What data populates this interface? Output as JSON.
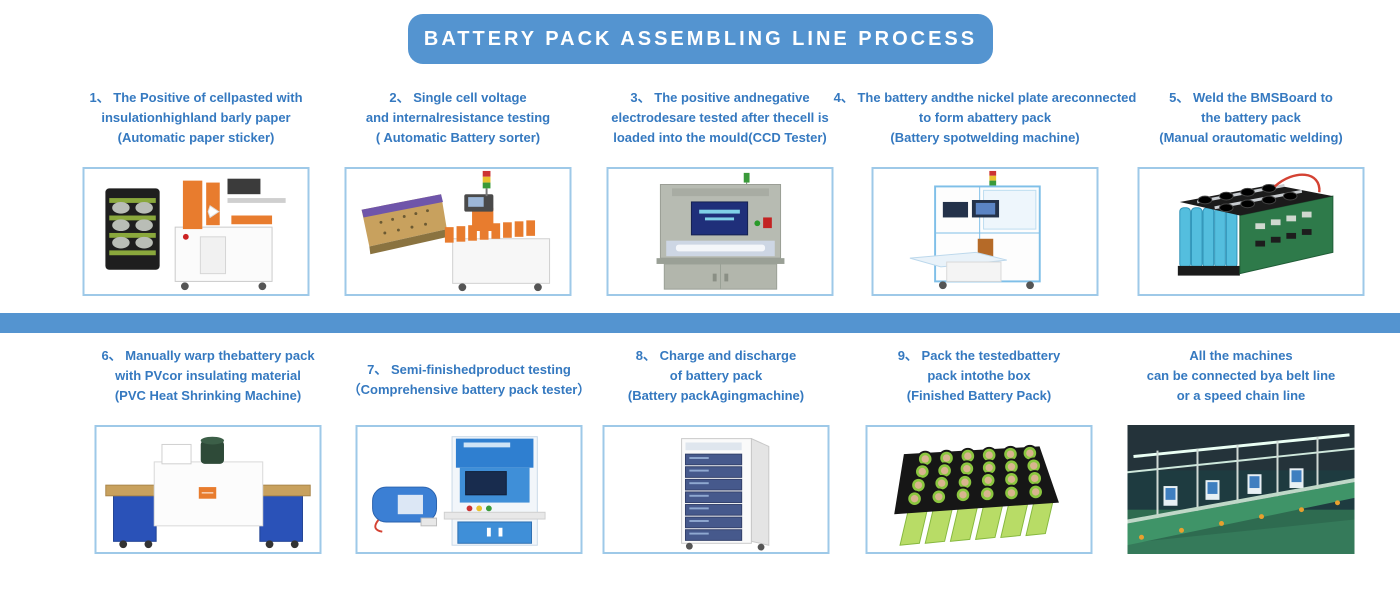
{
  "colors": {
    "banner_bg": "#5494d0",
    "caption_text": "#3579c0",
    "divider_bar": "#5494d0",
    "image_border": "#9ec9e8"
  },
  "banner": {
    "title": "BATTERY PACK ASSEMBLING LINE PROCESS"
  },
  "steps": [
    {
      "id": 1,
      "machine": "automatic-paper-sticker",
      "lines": [
        "1、 The Positive of cellpasted with",
        "insulationhighland barly paper",
        "(Automatic paper sticker)"
      ]
    },
    {
      "id": 2,
      "machine": "automatic-battery-sorter",
      "lines": [
        "2、 Single cell voltage",
        "and internalresistance testing",
        "( Automatic Battery sorter)"
      ]
    },
    {
      "id": 3,
      "machine": "ccd-tester",
      "lines": [
        "3、 The positive andnegative",
        "electrodesare tested after thecell is",
        "loaded into the mould(CCD Tester)"
      ]
    },
    {
      "id": 4,
      "machine": "battery-spot-welding-machine",
      "lines": [
        "4、 The battery andthe nickel plate areconnected",
        "to form abattery pack",
        "(Battery spotwelding machine)"
      ]
    },
    {
      "id": 5,
      "machine": "weld-bms-board",
      "lines": [
        "5、 Weld the BMSBoard to",
        "the battery pack",
        "(Manual orautomatic welding)"
      ]
    },
    {
      "id": 6,
      "machine": "pvc-heat-shrinking-machine",
      "lines": [
        "6、 Manually warp thebattery pack",
        "with PVcor insulating material",
        "(PVC Heat Shrinking Machine)"
      ]
    },
    {
      "id": 7,
      "machine": "comprehensive-battery-pack-tester",
      "lines": [
        "7、 Semi-finishedproduct testing",
        "（Comprehensive battery pack tester）"
      ]
    },
    {
      "id": 8,
      "machine": "battery-pack-aging-machine",
      "lines": [
        "8、 Charge and discharge",
        "of battery pack",
        "(Battery packAgingmachine)"
      ]
    },
    {
      "id": 9,
      "machine": "finished-battery-pack",
      "lines": [
        "9、 Pack the testedbattery",
        "pack intothe box",
        "(Finished Battery Pack)"
      ]
    }
  ],
  "note": {
    "lines": [
      "All the machines",
      "can be connected bya belt line",
      "or a speed chain line"
    ]
  }
}
